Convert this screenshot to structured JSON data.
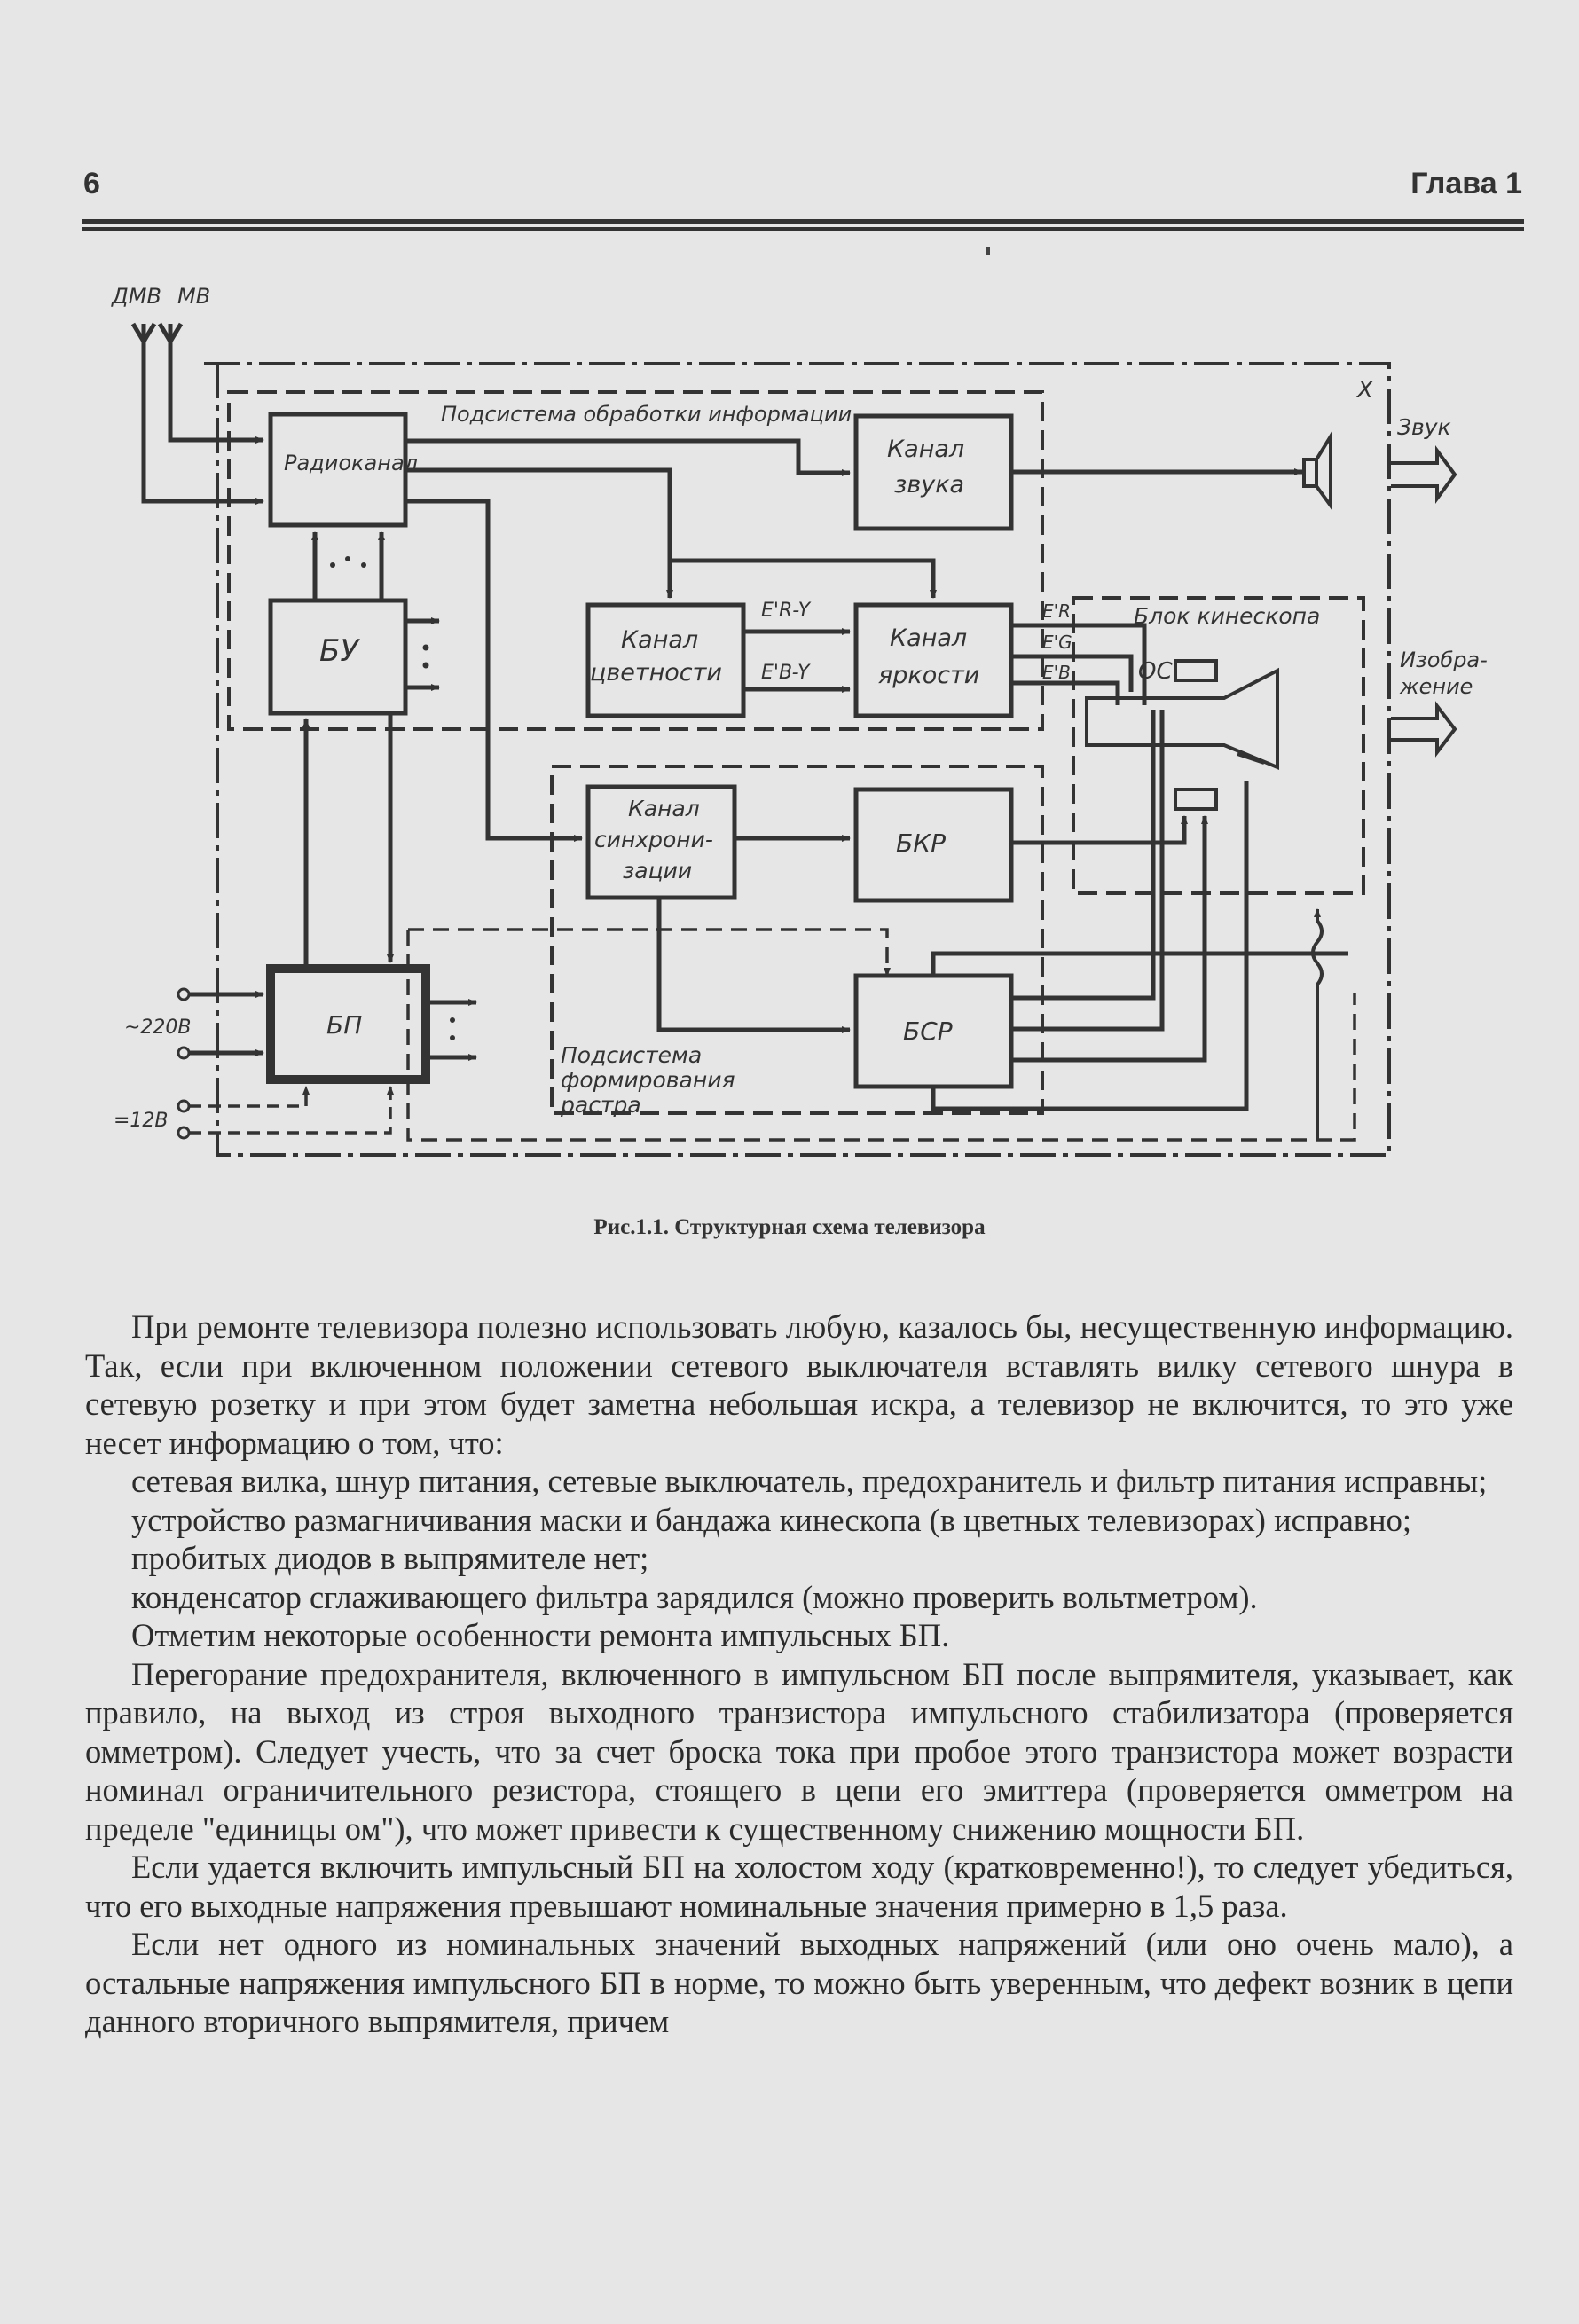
{
  "header": {
    "page_number": "6",
    "chapter": "Глава 1"
  },
  "figure": {
    "caption": "Рис.1.1. Структурная схема телевизора",
    "antenna_labels": {
      "uhf": "ДМВ",
      "vhf": "МВ"
    },
    "subsystem_labels": {
      "info_processing": "Подсистема обработки информации",
      "raster_forming": [
        "Подсистема",
        "формирования",
        "растра"
      ],
      "kinescope_block": "Блок кинескопа",
      "outer": "X"
    },
    "blocks": {
      "radio_channel": "Радиоканал",
      "control_unit": "БУ",
      "sound_channel": [
        "Канал",
        "звука"
      ],
      "chroma_channel": [
        "Канал",
        "цветности"
      ],
      "luma_channel": [
        "Канал",
        "яркости"
      ],
      "sync_channel": [
        "Канал",
        "синхрони-",
        "зации"
      ],
      "frame_scan": "БКР",
      "line_scan": "БСР",
      "power_supply": "БП",
      "deflection_label": "ОС"
    },
    "signals": {
      "r_minus_y": "E'R-Y",
      "b_minus_y": "E'B-Y",
      "er": "E'R",
      "eg": "E'G",
      "eb": "E'B"
    },
    "inputs": {
      "mains": "~220В",
      "dc": "=12В"
    },
    "outputs": {
      "sound": "Звук",
      "image": [
        "Изобра-",
        "жение"
      ]
    }
  },
  "body": {
    "paragraphs": [
      "При ремонте телевизора полезно использовать любую, казалось бы, несущественную информацию. Так, если при включенном положении сетевого выключателя вставлять вилку сетевого шнура в сетевую розетку и при этом будет заметна небольшая искра, а телевизор не включится, то это уже несет информацию о том, что:",
      "сетевая вилка, шнур питания, сетевые выключатель, предохранитель и фильтр питания исправны;",
      "устройство размагничивания маски и бандажа кинескопа (в цветных телевизорах) исправно;",
      "пробитых диодов в выпрямителе нет;",
      "конденсатор сглаживающего фильтра зарядился (можно проверить вольтметром).",
      "Отметим некоторые особенности ремонта импульсных БП.",
      "Перегорание предохранителя, включенного в импульсном БП после выпрямителя, указывает, как правило, на выход из строя выходного транзистора импульсного стабилизатора (проверяется омметром). Следует учесть, что за счет броска тока при пробое этого транзистора может возрасти номинал ограничительного резистора, стоящего в цепи его эмиттера (проверяется омметром на пределе \"единицы ом\"), что может привести к существенному снижению мощности БП.",
      "Если удается включить импульсный БП на холостом ходу (кратковременно!), то следует убедиться, что его выходные напряжения превышают номинальные значения примерно в 1,5 раза.",
      "Если нет одного из номинальных значений выходных напряжений (или оно очень мало), а остальные напряжения импульсного БП в норме, то можно быть уверенным, что дефект возник в цепи данного вторичного выпрямителя, причем"
    ]
  }
}
